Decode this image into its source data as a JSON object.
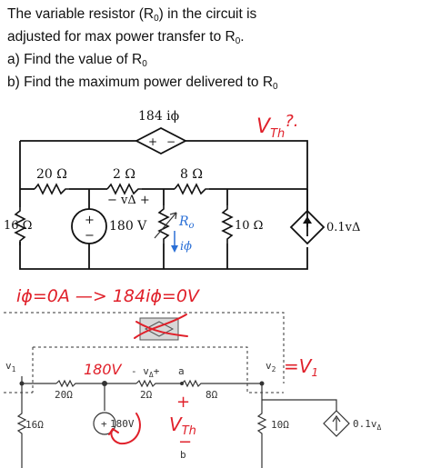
{
  "problem": {
    "line1": "The variable resistor (R",
    "line1_sub": "0",
    "line1_end": ") in the circuit is",
    "line2": "adjusted for max power transfer to R",
    "line2_sub": "0",
    "line2_end": ".",
    "part_a": "a) Find the value of R",
    "part_a_sub": "0",
    "part_b": "b) Find the maximum power delivered to R",
    "part_b_sub": "0"
  },
  "circuit_top": {
    "dep_source_label": "184 iϕ",
    "r1": "20 Ω",
    "r2": "2 Ω",
    "r3": "8 Ω",
    "r4": "16 Ω",
    "r5": "10 Ω",
    "vsrc": "180 V",
    "vdelta": "−  vΔ  +",
    "ro": "R",
    "ro_sub": "o",
    "iphi": "iϕ",
    "dep_current": "0.1vΔ",
    "plus": "+",
    "minus": "−"
  },
  "handwriting": {
    "vth_q": "V",
    "vth_q_sub": "Th",
    "vth_q_mark": "?.",
    "equation": "iϕ=0A —> 184iϕ=0V",
    "v180": "180V",
    "vth": "V",
    "vth_sub": "Th",
    "v2_eq": "=V",
    "v2_sub": "1",
    "plus": "+",
    "minus": "−"
  },
  "circuit_bottom": {
    "v1": "v",
    "v1_sub": "1",
    "v2": "v",
    "v2_sub": "2",
    "r1": "20Ω",
    "r2": "2Ω",
    "r3": "8Ω",
    "r4": "16Ω",
    "r5": "10Ω",
    "vsrc": "180V",
    "vdelta": "-  v",
    "vdelta_sub": "Δ",
    "vdelta_plus": "+",
    "node_a": "a",
    "node_b": "b",
    "dep_current": "0.1v",
    "dep_current_sub": "Δ"
  }
}
